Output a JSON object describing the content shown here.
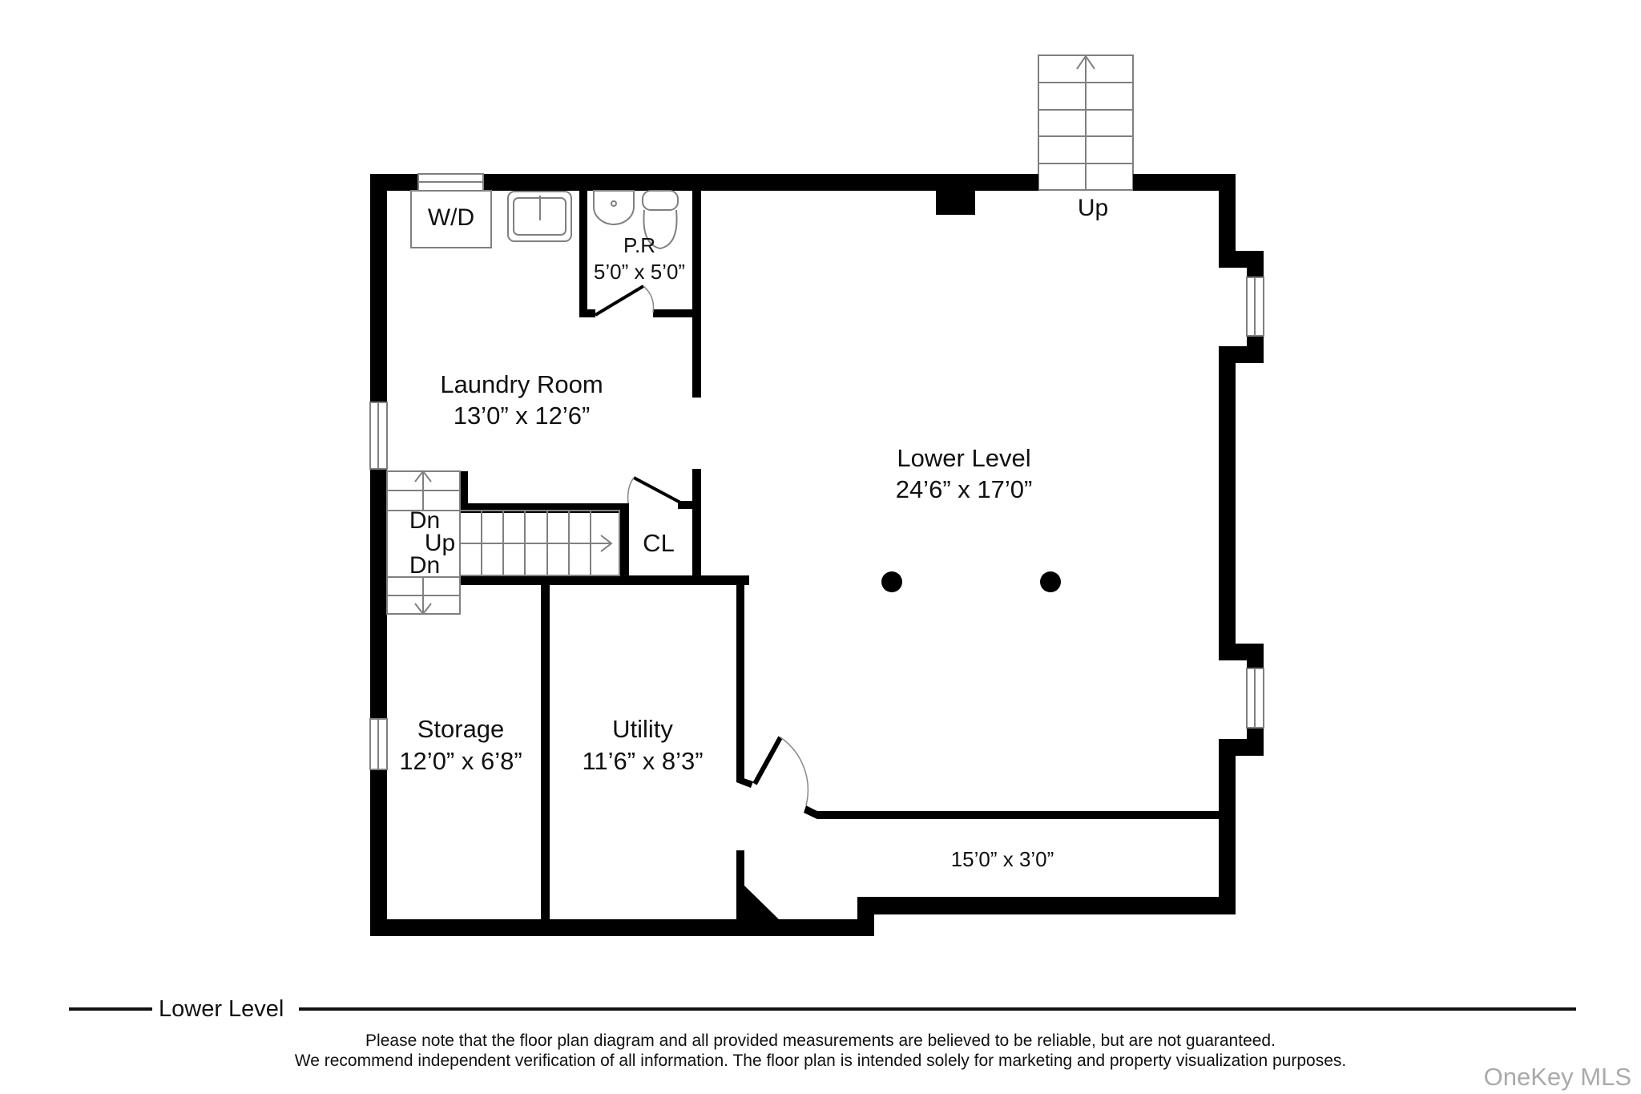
{
  "plan": {
    "level_title": "Lower Level",
    "rooms": [
      {
        "id": "laundry",
        "name": "Laundry Room",
        "dims": "13’0” x 12’6”"
      },
      {
        "id": "powder",
        "name": "P.R",
        "dims": "5’0” x 5’0”"
      },
      {
        "id": "lower",
        "name": "Lower Level",
        "dims": "24’6” x 17’0”"
      },
      {
        "id": "storage",
        "name": "Storage",
        "dims": "12’0” x 6’8”"
      },
      {
        "id": "utility",
        "name": "Utility",
        "dims": "11’6” x 8’3”"
      },
      {
        "id": "closet",
        "name": "CL",
        "dims": ""
      },
      {
        "id": "hall",
        "name": "",
        "dims": "15’0” x 3’0”"
      }
    ],
    "fixtures": {
      "washer_dryer": "W/D",
      "stairs_up_exterior": "Up",
      "stairs_landing": {
        "dn_top": "Dn",
        "up": "Up",
        "dn_bottom": "Dn"
      }
    },
    "icons": [
      "sink-icon",
      "toilet-icon",
      "vanity-sink-icon",
      "stair-arrow-icon",
      "column-icon",
      "door-swing-icon",
      "window-icon"
    ]
  },
  "footer": {
    "disclaimer_line1": "Please note that the floor plan diagram and all provided measurements are believed to be reliable, but are not guaranteed.",
    "disclaimer_line2": "We recommend independent verification of all information. The floor plan is intended solely for marketing and property visualization purposes.",
    "watermark": "OneKey MLS"
  },
  "colors": {
    "wall": "#000000",
    "fixture_line": "#808080",
    "background": "#ffffff",
    "watermark": "#aaaaaa"
  }
}
